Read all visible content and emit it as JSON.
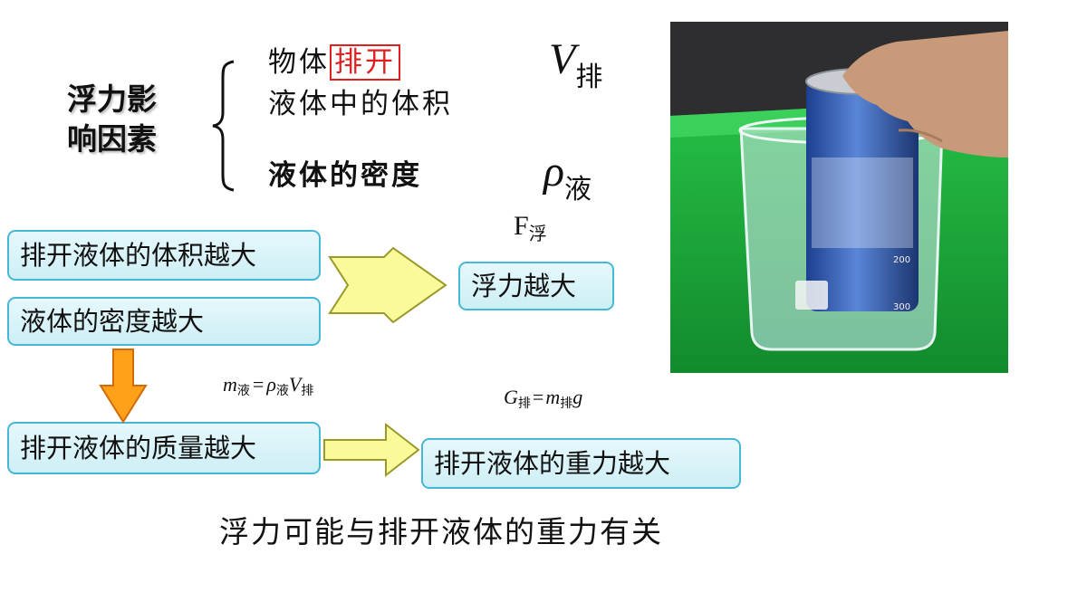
{
  "factors": {
    "title_line1": "浮力影",
    "title_line2": "响因素",
    "item1_prefix": "物体",
    "item1_highlight": "排开",
    "item1_line2": "液体中的体积",
    "item1_symbol": "V",
    "item1_symbol_sub": "排",
    "item2_text": "液体的密度",
    "item2_symbol": "ρ",
    "item2_symbol_sub": "液"
  },
  "buoyancy_symbol": {
    "main": "F",
    "sub": "浮"
  },
  "boxes": {
    "volume_larger": "排开液体的体积越大",
    "density_larger": "液体的密度越大",
    "buoyancy_larger": "浮力越大",
    "mass_larger": "排开液体的质量越大",
    "weight_larger": "排开液体的重力越大"
  },
  "formulas": {
    "mass": {
      "m": "m",
      "m_sub": "液",
      "eq": "=",
      "rho": "ρ",
      "rho_sub": "液",
      "v": "V",
      "v_sub": "排"
    },
    "weight": {
      "g_main": "G",
      "g_sub": "排",
      "eq": "=",
      "m": "m",
      "m_sub": "排",
      "g": "g"
    }
  },
  "conclusion": "浮力可能与排开液体的重力有关",
  "colors": {
    "box_border": "#46b7d6",
    "box_fill": "#d8f3f8",
    "arrow_fill": "#fafa9a",
    "down_arrow_fill": "#ffa21a",
    "highlight_border": "#e02020",
    "highlight_text": "#e02020",
    "tray_green": "#1fae3a"
  },
  "photo": {
    "icon": "beaker-can-photo"
  }
}
